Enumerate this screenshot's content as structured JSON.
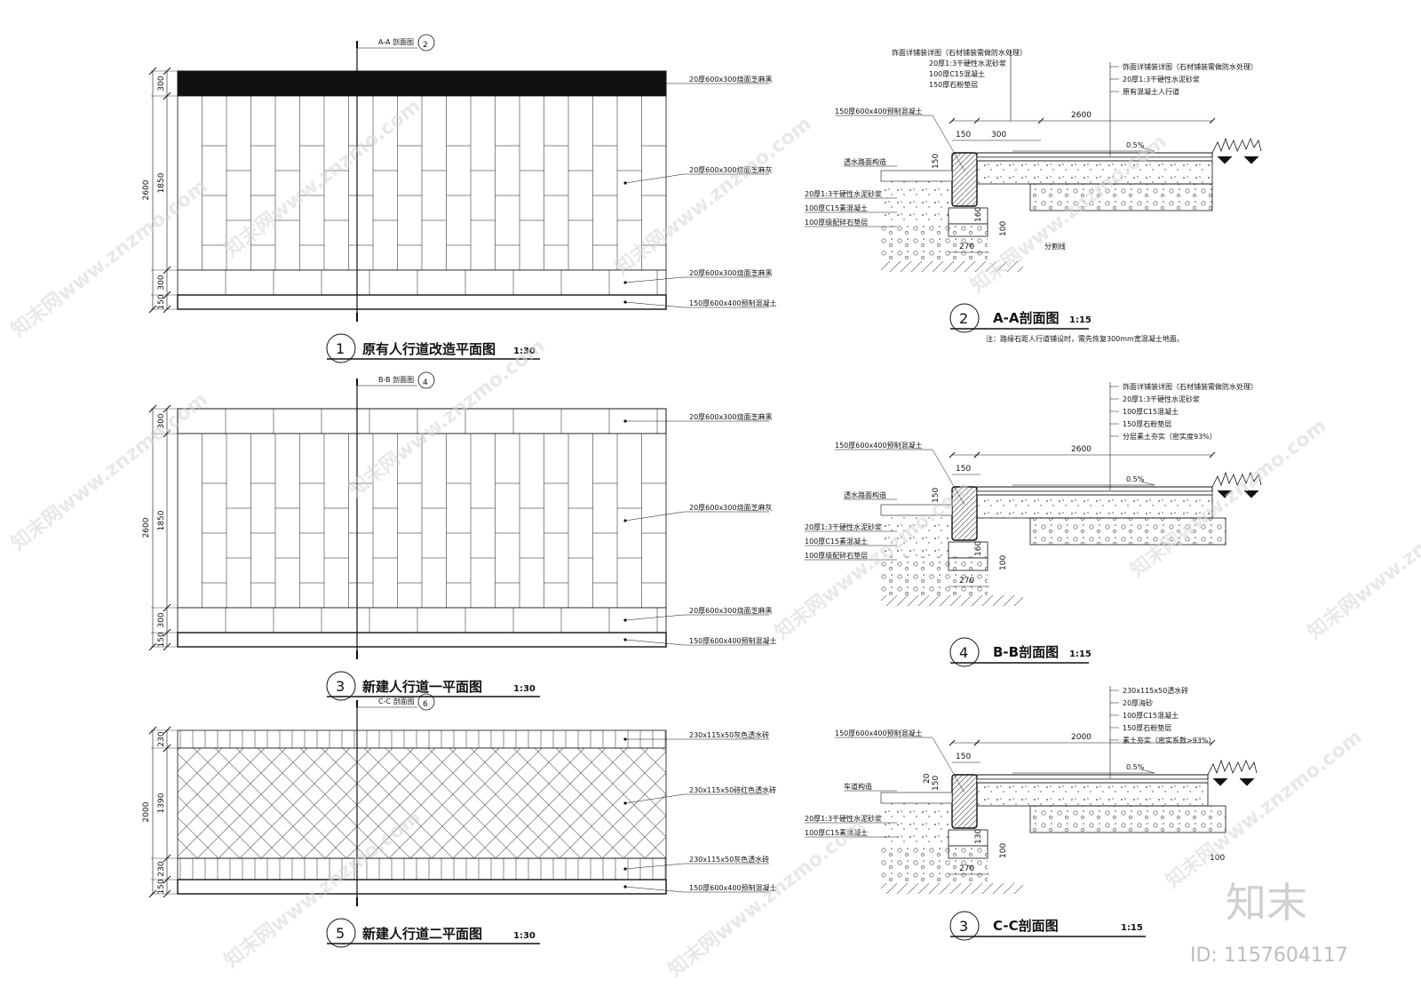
{
  "plans": [
    {
      "id": "plan1",
      "circle": "1",
      "title": "原有人行道改造平面图",
      "scale": "1:30",
      "section_ref_label": "A-A 剖面图",
      "section_ref_num": "2",
      "dims": [
        "300",
        "1850",
        "300",
        "150"
      ],
      "total": "2600",
      "callouts": [
        "20厚600x300烧面芝麻黑",
        "20厚600x300烧面芝麻灰",
        "20厚600x300烧面芝麻黑",
        "150厚600x400预制混凝土"
      ]
    },
    {
      "id": "plan3",
      "circle": "3",
      "title": "新建人行道一平面图",
      "scale": "1:30",
      "section_ref_label": "B-B 剖面图",
      "section_ref_num": "4",
      "dims": [
        "300",
        "1850",
        "300",
        "150"
      ],
      "total": "2600",
      "callouts": [
        "20厚600x300烧面芝麻黑",
        "20厚600x300烧面芝麻灰",
        "20厚600x300烧面芝麻黑",
        "150厚600x400预制混凝土"
      ]
    },
    {
      "id": "plan5",
      "circle": "5",
      "title": "新建人行道二平面图",
      "scale": "1:30",
      "section_ref_label": "C-C 剖面图",
      "section_ref_num": "6",
      "dims": [
        "230",
        "1390",
        "230",
        "150"
      ],
      "total": "2000",
      "callouts": [
        "230x115x50灰色透水砖",
        "230x115x50砖红色透水砖",
        "230x115x50灰色透水砖",
        "150厚600x400预制混凝土"
      ]
    }
  ],
  "sections": [
    {
      "id": "secAA",
      "circle": "2",
      "title": "A-A剖面图",
      "scale": "1:15",
      "note": "注：路缘石距人行道铺设时，需先恢复300mm宽混凝土地面。",
      "top_left_callouts": [
        "饰面详铺装详图（石材铺装需做防水处理）",
        "20厚1:3干硬性水泥砂浆",
        "100厚C15混凝土",
        "150厚石粉垫层"
      ],
      "top_right_callouts": [
        "饰面详铺装详图（石材铺装需做防水处理）",
        "20厚1:3干硬性水泥砂浆",
        "原有混凝土人行道"
      ],
      "curb_label": "150厚600x400预制混凝土",
      "left_labels": [
        "透水路面构造",
        "20厚1:3干硬性水泥砂浆",
        "100厚C15素混凝土",
        "100厚级配碎石垫层"
      ],
      "dims": {
        "width": "2600",
        "a": "150",
        "b": "300",
        "h": "150",
        "h2": "160",
        "h3": "100",
        "base": "270"
      },
      "slope": "0.5%",
      "extra": "分割线"
    },
    {
      "id": "secBB",
      "circle": "4",
      "title": "B-B剖面图",
      "scale": "1:15",
      "note": "",
      "top_left_callouts": [],
      "top_right_callouts": [
        "饰面详铺装详图（石材铺装需做防水处理）",
        "20厚1:3干硬性水泥砂浆",
        "100厚C15混凝土",
        "150厚石粉垫层",
        "分层素土夯实（密实度93%）"
      ],
      "curb_label": "150厚600x400预制混凝土",
      "left_labels": [
        "透水路面构造",
        "20厚1:3干硬性水泥砂浆",
        "100厚C15素混凝土",
        "100厚级配碎石垫层"
      ],
      "dims": {
        "width": "2600",
        "a": "150",
        "b": "",
        "h": "150",
        "h2": "160",
        "h3": "100",
        "base": "270"
      },
      "slope": "0.5%",
      "extra": ""
    },
    {
      "id": "secCC",
      "circle": "3",
      "title": "C-C剖面图",
      "scale": "1:15",
      "note": "",
      "top_left_callouts": [],
      "top_right_callouts": [
        "230x115x50透水砖",
        "20厚海砂",
        "100厚C15混凝土",
        "150厚石粉垫层",
        "素土夯实（密实系数>93%）"
      ],
      "curb_label": "150厚600x400预制混凝土",
      "left_labels": [
        "车道构造",
        "20厚1:3干硬性水泥砂浆",
        "100厚C15素混凝土"
      ],
      "dims": {
        "width": "2000",
        "a": "150",
        "b": "",
        "h": "150",
        "h2": "130",
        "h3": "100",
        "base": "270",
        "h4": "20",
        "right": "100"
      },
      "slope": "0.5%",
      "extra": ""
    }
  ],
  "watermark": {
    "text": "知末网www.znzmo.com",
    "logo": "知末",
    "id": "ID: 1157604117"
  }
}
